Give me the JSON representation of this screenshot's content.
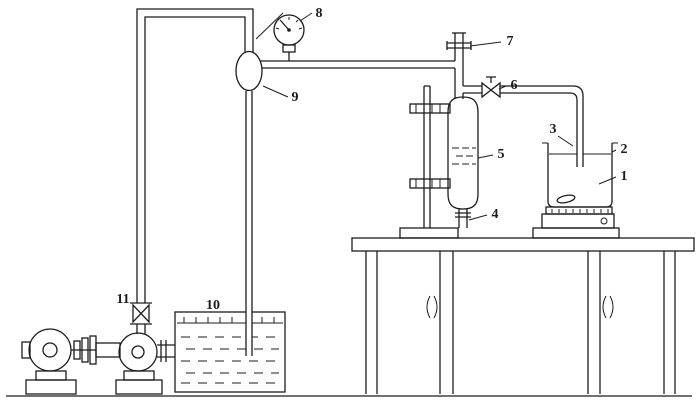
{
  "colors": {
    "ink": "#1c1c1c",
    "background": "#ffffff"
  },
  "labels": {
    "stirred_liquid": "1",
    "beaker": "2",
    "feed_tube": "3",
    "drain_valve": "4",
    "separator_column": "5",
    "outlet_valve": "6",
    "pipe_union": "7",
    "pressure_gauge": "8",
    "buffer_bulb": "9",
    "water_tank": "10",
    "pump_valve": "11"
  }
}
